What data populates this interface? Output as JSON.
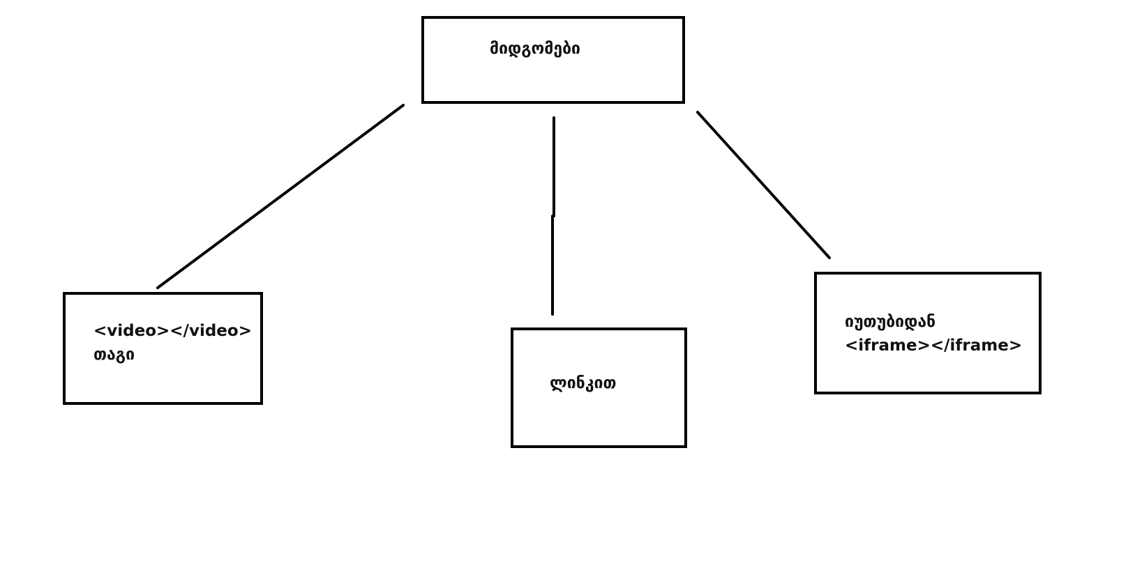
{
  "diagram": {
    "colors": {
      "stroke": "#000000",
      "text": "#111111",
      "background": "#ffffff"
    },
    "root": {
      "label": "მიდგომები"
    },
    "children": [
      {
        "id": "video",
        "line1": "<video></video>",
        "line2": "თაგი"
      },
      {
        "id": "link",
        "line1": "ლინკით",
        "line2": ""
      },
      {
        "id": "youtube",
        "line1": "იუთუბიდან",
        "line2": "<iframe></iframe>"
      }
    ]
  }
}
